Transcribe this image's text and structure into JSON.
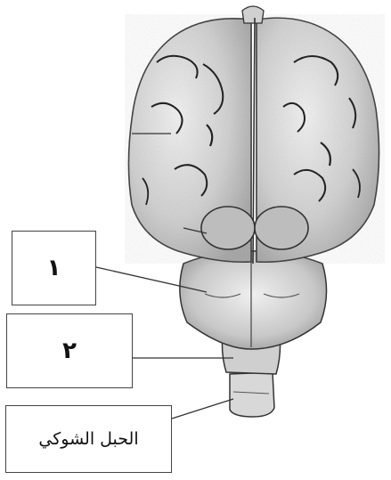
{
  "labels": {
    "label_1": "١",
    "label_2": "٢",
    "label_3": "الحبل الشوكي"
  },
  "colors": {
    "outline": "#333333",
    "shade": "#9a9a9a",
    "light": "#d9d9d9"
  }
}
